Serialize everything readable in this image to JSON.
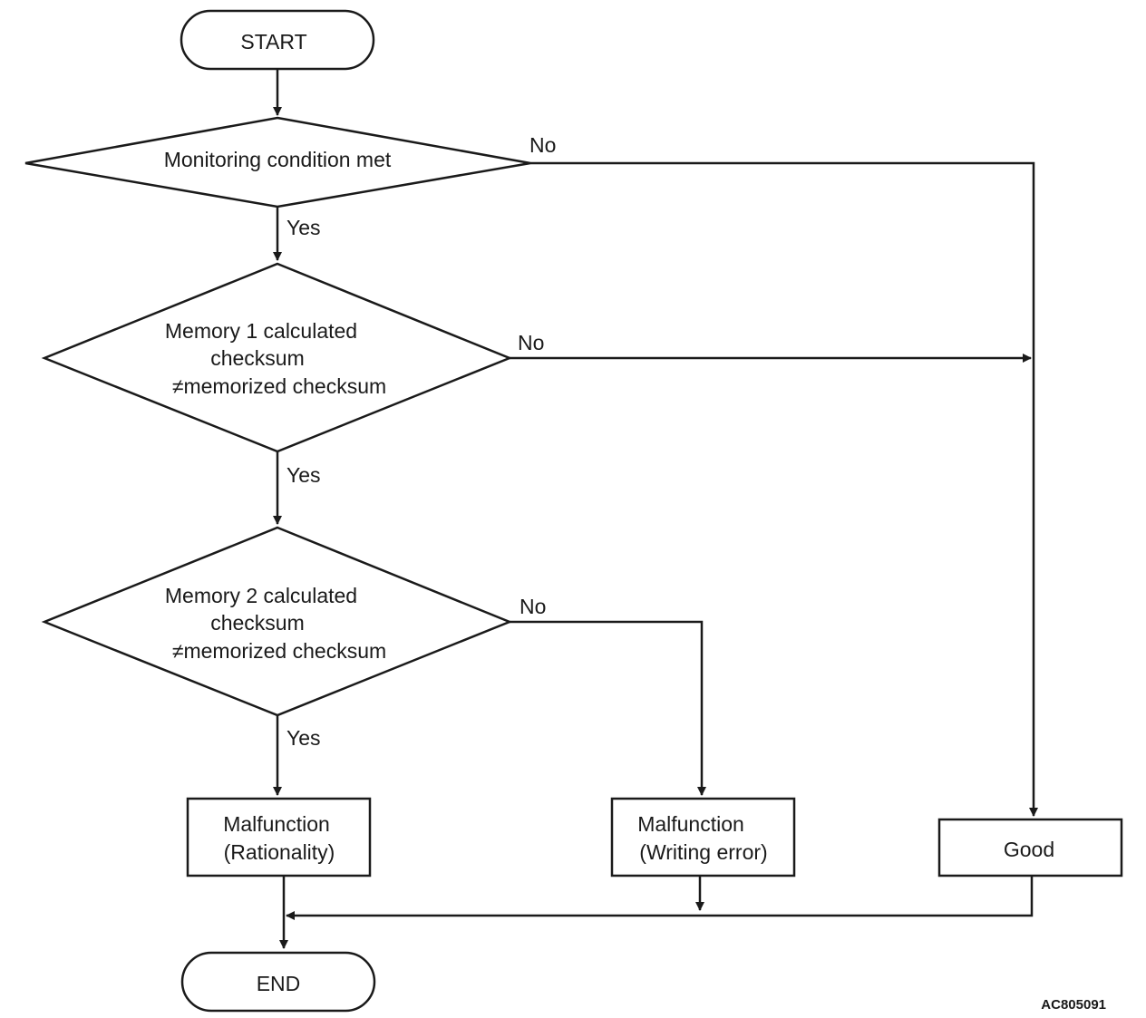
{
  "flowchart": {
    "start": "START",
    "end": "END",
    "decision1": {
      "lines": [
        "Monitoring condition met"
      ],
      "yes": "Yes",
      "no": "No"
    },
    "decision2": {
      "lines": [
        "Memory 1 calculated",
        "checksum",
        "≠memorized checksum"
      ],
      "yes": "Yes",
      "no": "No"
    },
    "decision3": {
      "lines": [
        "Memory 2 calculated",
        "checksum",
        "≠memorized checksum"
      ],
      "yes": "Yes",
      "no": "No"
    },
    "rationality": {
      "lines": [
        "Malfunction",
        "(Rationality)"
      ]
    },
    "writing_error": {
      "lines": [
        "Malfunction",
        "(Writing error)"
      ]
    },
    "good": {
      "label": "Good"
    }
  },
  "figure_code": "AC805091"
}
